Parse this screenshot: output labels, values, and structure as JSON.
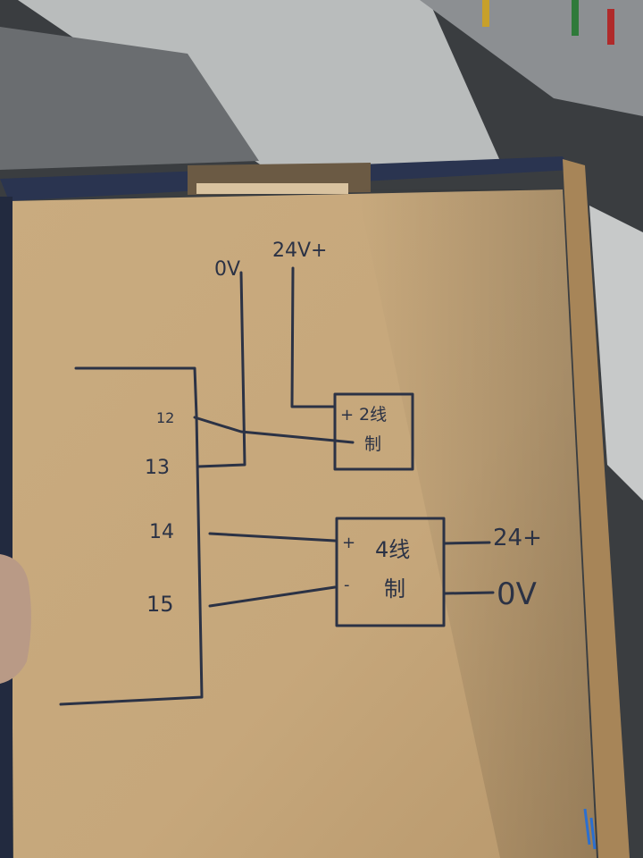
{
  "diagram": {
    "supply_top": {
      "ground_label": "0V",
      "positive_label": "24V+"
    },
    "terminals": [
      "12",
      "13",
      "14",
      "15"
    ],
    "two_wire_device": {
      "plus": "+",
      "minus": "",
      "label_line1": "2线",
      "label_line2": "制"
    },
    "four_wire_device": {
      "plus": "+",
      "minus": "-",
      "label_line1": "4线",
      "label_line2": "制",
      "supply_positive": "24+",
      "supply_ground": "0V"
    }
  },
  "colors": {
    "ink": "#2b3245",
    "cardboard": "#c4a67a",
    "navy_band": "#26304a",
    "cabinet": "#3b3e42"
  }
}
